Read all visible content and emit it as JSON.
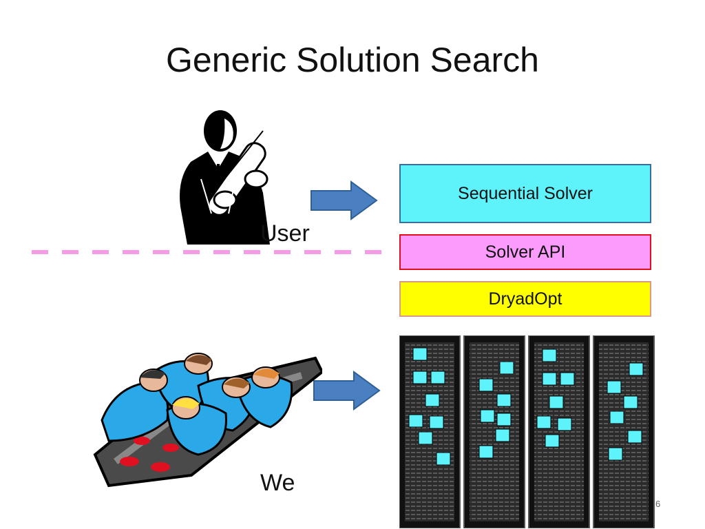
{
  "slide": {
    "title": "Generic Solution Search",
    "user_label": "User",
    "we_label": "We",
    "page_number": "6"
  },
  "stack": {
    "sequential_solver": "Sequential Solver",
    "solver_api": "Solver API",
    "dryadopt": "DryadOpt"
  },
  "colors": {
    "sequential_solver_fill": "#5ef3fb",
    "sequential_solver_border": "#3a6e9b",
    "solver_api_fill": "#fb9bfb",
    "solver_api_border": "#e0101e",
    "dryadopt_fill": "#ffff00",
    "dryadopt_border": "#d99a8a",
    "arrow_fill": "#4a7fc1",
    "divider": "#f49be6"
  },
  "icons": {
    "user": "businessman-holding-scroll-icon",
    "team": "workers-at-table-icon",
    "cluster": "server-rack-cluster-icon"
  }
}
